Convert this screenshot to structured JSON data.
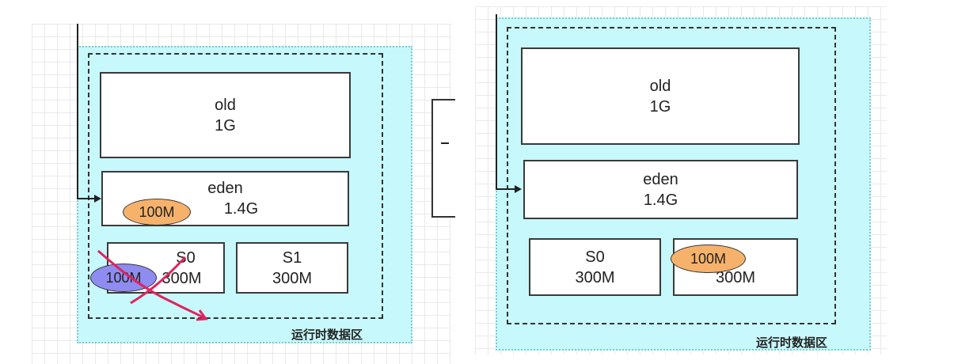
{
  "left_diagram": {
    "area_label": "运行时数据区",
    "old": {
      "name": "old",
      "size": "1G"
    },
    "eden": {
      "name": "eden",
      "size": "1.4G",
      "object": "100M"
    },
    "s0": {
      "name": "S0",
      "size": "300M",
      "object": "100M",
      "crossed_out": true
    },
    "s1": {
      "name": "S1",
      "size": "300M"
    }
  },
  "right_diagram": {
    "area_label": "运行时数据区",
    "old": {
      "name": "old",
      "size": "1G"
    },
    "eden": {
      "name": "eden",
      "size": "1.4G"
    },
    "s0": {
      "name": "S0",
      "size": "300M"
    },
    "s1": {
      "size": "300M",
      "object": "100M"
    }
  },
  "colors": {
    "area_fill": "#c7f8fb",
    "object_orange": "#f6b26b",
    "object_purple": "#8e8cf0",
    "cross_red": "#e0245e"
  }
}
